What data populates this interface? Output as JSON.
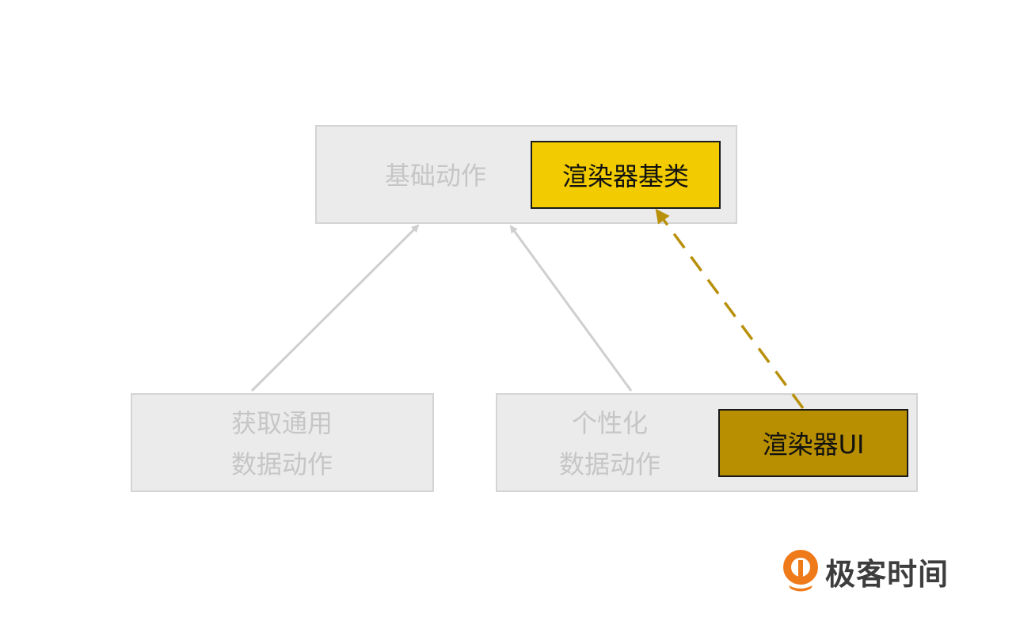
{
  "nodes": {
    "base_action": "基础动作",
    "renderer_base": "渲染器基类",
    "generic_fetch": [
      "获取通用",
      "数据动作"
    ],
    "custom_data": [
      "个性化",
      "数据动作"
    ],
    "renderer_ui": "渲染器UI"
  },
  "colors": {
    "box_fill": "#ebebeb",
    "muted_text": "#c6c6c6",
    "renderer_base_fill": "#f2cc00",
    "renderer_ui_fill": "#b88f00",
    "dashed_arrow": "#b8900a",
    "solid_arrow": "#cfcfcf"
  },
  "edges": [
    {
      "from": "generic_fetch",
      "to": "base_action",
      "style": "solid"
    },
    {
      "from": "custom_data",
      "to": "base_action",
      "style": "solid"
    },
    {
      "from": "renderer_ui",
      "to": "renderer_base",
      "style": "dashed"
    }
  ],
  "logo": {
    "text": "极客时间",
    "icon": "geektime-logo-icon"
  }
}
